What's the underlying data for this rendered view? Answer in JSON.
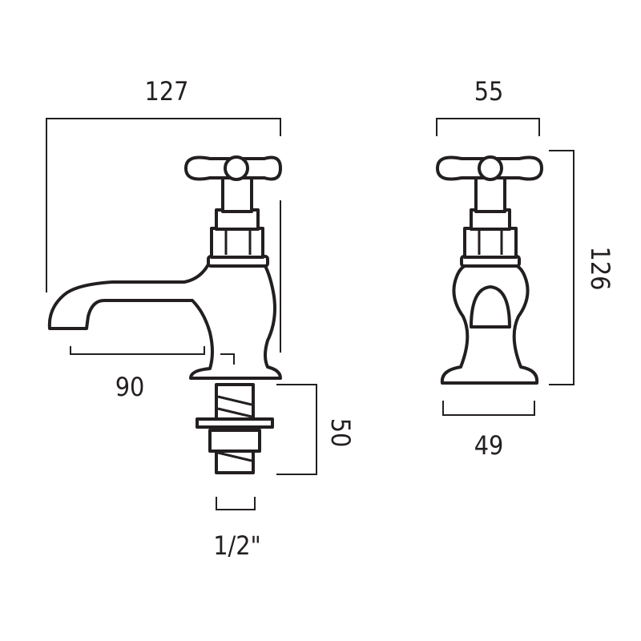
{
  "side_view": {
    "overall_width": "127",
    "spout_reach": "90",
    "shank_length": "50",
    "thread_size": "1/2\""
  },
  "front_view": {
    "handle_width": "55",
    "overall_height": "126",
    "base_width": "49"
  },
  "colors": {
    "line": "#231f20",
    "background": "#ffffff"
  }
}
